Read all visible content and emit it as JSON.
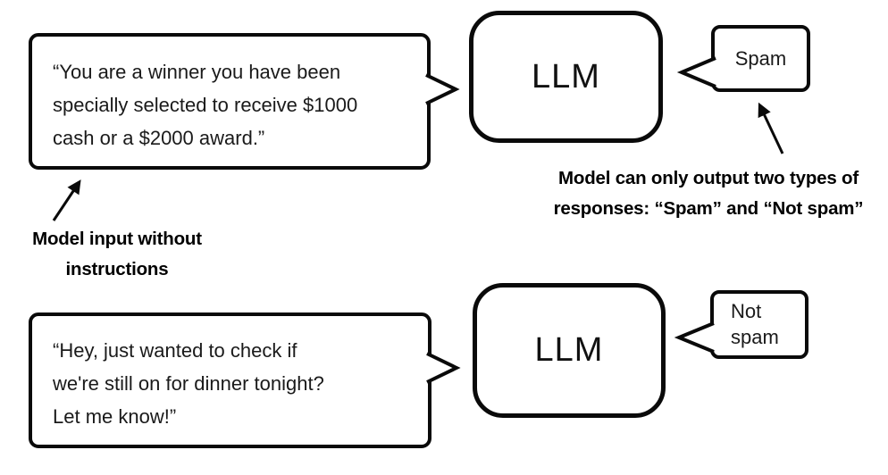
{
  "colors": {
    "background": "#ffffff",
    "stroke": "#0a0a0a",
    "text": "#1a1a1a"
  },
  "top_flow": {
    "input_bubble": {
      "lines": [
        "“You are a winner you have been",
        "specially selected to receive $1000",
        "cash or a $2000 award.”"
      ]
    },
    "llm_label": "LLM",
    "output_bubble": {
      "label": "Spam"
    },
    "annotation": {
      "lines": [
        "Model can only output two types of",
        "responses: “Spam” and “Not spam”"
      ]
    }
  },
  "bottom_flow": {
    "input_bubble": {
      "lines": [
        "“Hey, just wanted to check if",
        "we're still on for dinner tonight?",
        "Let me know!”"
      ]
    },
    "llm_label": "LLM",
    "output_bubble": {
      "lines": [
        "Not",
        "spam"
      ]
    }
  },
  "input_annotation": {
    "lines": [
      "Model input without",
      "instructions"
    ]
  }
}
